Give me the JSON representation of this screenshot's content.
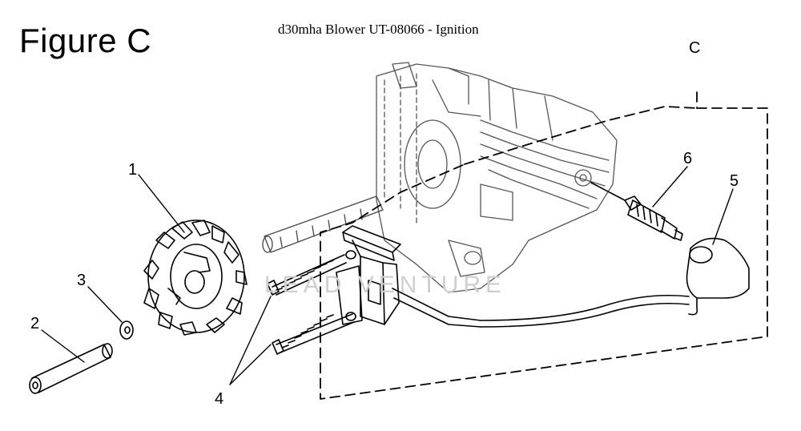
{
  "figure_label": "Figure C",
  "title": "d30mha Blower UT-08066 - Ignition",
  "callouts": {
    "c1": "1",
    "c2": "2",
    "c3": "3",
    "c4": "4",
    "c5": "5",
    "c6": "6",
    "cC": "C"
  },
  "watermark": "LEAD VENTURE",
  "colors": {
    "ink": "#000000",
    "watermark": "#cfcfcf"
  }
}
